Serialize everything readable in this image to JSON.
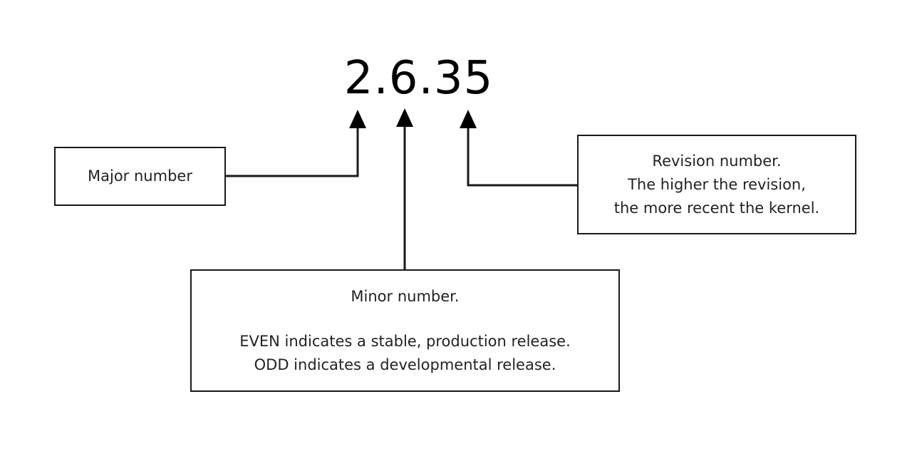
{
  "version": {
    "text": "2.6.35"
  },
  "major": {
    "label": "Major number"
  },
  "revision": {
    "line1": "Revision number.",
    "line2": "The higher the revision,",
    "line3": "the more recent the kernel."
  },
  "minor": {
    "line1": "Minor number.",
    "line2": "EVEN indicates a stable, production release.",
    "line3": "ODD indicates a developmental release."
  },
  "colors": {
    "stroke": "#1a1a1a",
    "text": "#222222",
    "background": "#ffffff"
  }
}
